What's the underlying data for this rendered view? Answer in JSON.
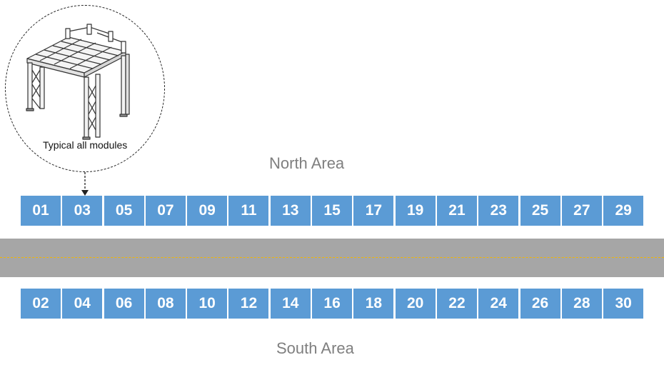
{
  "callout": {
    "caption": "Typical all modules",
    "icon": "steel-frame-module-icon"
  },
  "north_area": {
    "label": "North Area",
    "modules": [
      "01",
      "03",
      "05",
      "07",
      "09",
      "11",
      "13",
      "15",
      "17",
      "19",
      "21",
      "23",
      "25",
      "27",
      "29"
    ]
  },
  "south_area": {
    "label": "South Area",
    "modules": [
      "02",
      "04",
      "06",
      "08",
      "10",
      "12",
      "14",
      "16",
      "18",
      "20",
      "22",
      "24",
      "26",
      "28",
      "30"
    ]
  },
  "colors": {
    "module_fill": "#5b9bd5",
    "module_text": "#ffffff",
    "road": "#a6a6a6",
    "road_center_line": "#f2b600",
    "area_label": "#7f7f7f"
  }
}
